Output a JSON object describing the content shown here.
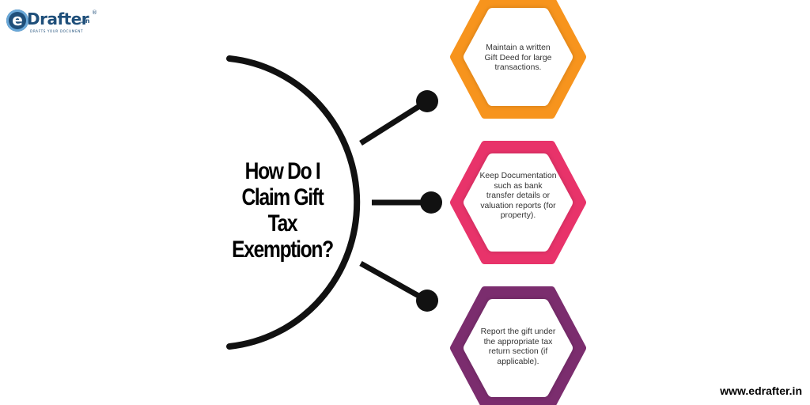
{
  "brand": {
    "logo_letter": "e",
    "logo_word": "Drafter",
    "logo_suffix": ".in",
    "logo_registered": "®",
    "logo_tagline": "DRAFTS YOUR DOCUMENT"
  },
  "title": "How Do I Claim Gift Tax Exemption?",
  "tips": [
    {
      "text": "Maintain a written Gift Deed for large transactions.",
      "color": "#F7941D"
    },
    {
      "text": "Keep Documentation such as bank transfer details or valuation reports (for property).",
      "color": "#E8336A"
    },
    {
      "text": "Report the gift under the appropriate tax return section (if applicable).",
      "color": "#7B2D6E"
    }
  ],
  "footer": {
    "website": "www.edrafter.in"
  },
  "colors": {
    "arc": "#111111",
    "hexagon_inner": "#ffffff"
  }
}
